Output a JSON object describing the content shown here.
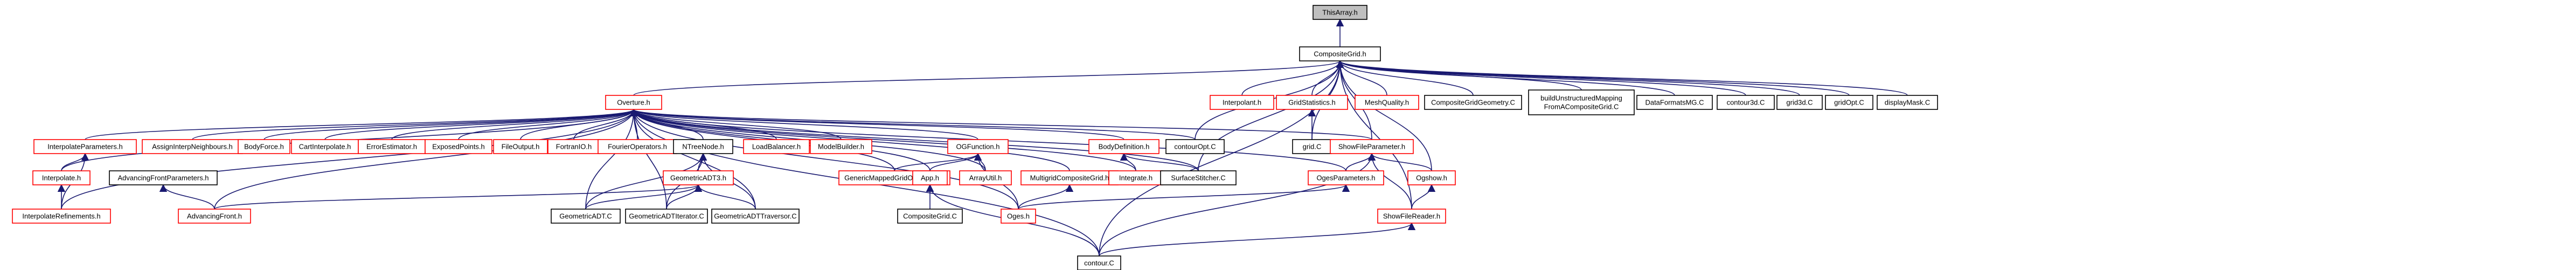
{
  "nodes": {
    "thisarray": {
      "label": "ThisArray.h",
      "color": "root"
    },
    "compositegrid": {
      "label": "CompositeGrid.h",
      "color": "black"
    },
    "overture": {
      "label": "Overture.h",
      "color": "red"
    },
    "interpolant": {
      "label": "Interpolant.h",
      "color": "red"
    },
    "gridstatistics": {
      "label": "GridStatistics.h",
      "color": "red"
    },
    "meshquality": {
      "label": "MeshQuality.h",
      "color": "red"
    },
    "cgeometry": {
      "label": "CompositeGridGeometry.C",
      "color": "black"
    },
    "buildunstructured": {
      "label": "buildUnstructuredMapping\nFromACompositeGrid.C",
      "color": "black"
    },
    "dataformatsmg": {
      "label": "DataFormatsMG.C",
      "color": "black"
    },
    "contour3d": {
      "label": "contour3d.C",
      "color": "black"
    },
    "grid3d": {
      "label": "grid3d.C",
      "color": "black"
    },
    "gridopt": {
      "label": "gridOpt.C",
      "color": "black"
    },
    "displaymask": {
      "label": "displayMask.C",
      "color": "black"
    },
    "gridc": {
      "label": "grid.C",
      "color": "black"
    },
    "interpolateparameters": {
      "label": "InterpolateParameters.h",
      "color": "red"
    },
    "assignneighbours": {
      "label": "AssignInterpNeighbours.h",
      "color": "red"
    },
    "bodyforce": {
      "label": "BodyForce.h",
      "color": "red"
    },
    "cartinterpolate": {
      "label": "CartInterpolate.h",
      "color": "red"
    },
    "errorestimator": {
      "label": "ErrorEstimator.h",
      "color": "red"
    },
    "exposedpoints": {
      "label": "ExposedPoints.h",
      "color": "red"
    },
    "fileoutput": {
      "label": "FileOutput.h",
      "color": "red"
    },
    "fortranio": {
      "label": "FortranIO.h",
      "color": "red"
    },
    "fourieroperators": {
      "label": "FourierOperators.h",
      "color": "red"
    },
    "ntreenode": {
      "label": "NTreeNode.h",
      "color": "black"
    },
    "loadbalancer": {
      "label": "LoadBalancer.h",
      "color": "red"
    },
    "modelbuilder": {
      "label": "ModelBuilder.h",
      "color": "red"
    },
    "ogfunction": {
      "label": "OGFunction.h",
      "color": "red"
    },
    "bodydefinition": {
      "label": "BodyDefinition.h",
      "color": "red"
    },
    "contouropt": {
      "label": "contourOpt.C",
      "color": "black"
    },
    "showfileparameter": {
      "label": "ShowFileParameter.h",
      "color": "red"
    },
    "interpolate": {
      "label": "Interpolate.h",
      "color": "red"
    },
    "advancingfrontparams": {
      "label": "AdvancingFrontParameters.h",
      "color": "black"
    },
    "geometricadt3": {
      "label": "GeometricADT3.h",
      "color": "red"
    },
    "genericmapped": {
      "label": "GenericMappedGridOperators.h",
      "color": "red"
    },
    "apph": {
      "label": "App.h",
      "color": "red"
    },
    "arrayutil": {
      "label": "ArrayUtil.h",
      "color": "red"
    },
    "multigridcg": {
      "label": "MultigridCompositeGrid.h",
      "color": "red"
    },
    "integrate": {
      "label": "Integrate.h",
      "color": "red"
    },
    "surfacestitcher": {
      "label": "SurfaceStitcher.C",
      "color": "black"
    },
    "ogesparameters": {
      "label": "OgesParameters.h",
      "color": "red"
    },
    "ogshow": {
      "label": "Ogshow.h",
      "color": "red"
    },
    "interpolaterefinements": {
      "label": "InterpolateRefinements.h",
      "color": "red"
    },
    "advancingfront": {
      "label": "AdvancingFront.h",
      "color": "red"
    },
    "geometricadtc": {
      "label": "GeometricADT.C",
      "color": "black"
    },
    "geometricadtiterator": {
      "label": "GeometricADTIterator.C",
      "color": "black"
    },
    "geometricadttraversor": {
      "label": "GeometricADTTraversor.C",
      "color": "black"
    },
    "compositegridc": {
      "label": "CompositeGrid.C",
      "color": "black"
    },
    "ogesh": {
      "label": "Oges.h",
      "color": "red"
    },
    "showfilereader": {
      "label": "ShowFileReader.h",
      "color": "red"
    },
    "contourc": {
      "label": "contour.C",
      "color": "black"
    }
  },
  "edges": [
    [
      "compositegrid",
      "thisarray"
    ],
    [
      "overture",
      "compositegrid"
    ],
    [
      "interpolant",
      "compositegrid"
    ],
    [
      "gridstatistics",
      "compositegrid"
    ],
    [
      "meshquality",
      "compositegrid"
    ],
    [
      "cgeometry",
      "compositegrid"
    ],
    [
      "buildunstructured",
      "compositegrid"
    ],
    [
      "dataformatsmg",
      "compositegrid"
    ],
    [
      "contour3d",
      "compositegrid"
    ],
    [
      "grid3d",
      "compositegrid"
    ],
    [
      "gridopt",
      "compositegrid"
    ],
    [
      "displaymask",
      "compositegrid"
    ],
    [
      "gridc",
      "compositegrid"
    ],
    [
      "contouropt",
      "compositegrid"
    ],
    [
      "surfacestitcher",
      "compositegrid"
    ],
    [
      "ogshow",
      "compositegrid"
    ],
    [
      "showfilereader",
      "compositegrid"
    ],
    [
      "contourc",
      "compositegrid"
    ],
    [
      "showfileparameter",
      "compositegrid"
    ],
    [
      "gridc",
      "gridstatistics"
    ],
    [
      "interpolateparameters",
      "overture"
    ],
    [
      "assignneighbours",
      "overture"
    ],
    [
      "bodyforce",
      "overture"
    ],
    [
      "cartinterpolate",
      "overture"
    ],
    [
      "errorestimator",
      "overture"
    ],
    [
      "exposedpoints",
      "overture"
    ],
    [
      "fileoutput",
      "overture"
    ],
    [
      "fortranio",
      "overture"
    ],
    [
      "fourieroperators",
      "overture"
    ],
    [
      "ntreenode",
      "overture"
    ],
    [
      "loadbalancer",
      "overture"
    ],
    [
      "modelbuilder",
      "overture"
    ],
    [
      "ogfunction",
      "overture"
    ],
    [
      "bodydefinition",
      "overture"
    ],
    [
      "contouropt",
      "overture"
    ],
    [
      "showfileparameter",
      "overture"
    ],
    [
      "interpolate",
      "overture"
    ],
    [
      "interpolaterefinements",
      "overture"
    ],
    [
      "advancingfront",
      "overture"
    ],
    [
      "genericmapped",
      "overture"
    ],
    [
      "apph",
      "overture"
    ],
    [
      "arrayutil",
      "overture"
    ],
    [
      "multigridcg",
      "overture"
    ],
    [
      "integrate",
      "overture"
    ],
    [
      "surfacestitcher",
      "overture"
    ],
    [
      "ogesparameters",
      "overture"
    ],
    [
      "ogesh",
      "overture"
    ],
    [
      "geometricadtc",
      "overture"
    ],
    [
      "geometricadtiterator",
      "overture"
    ],
    [
      "geometricadttraversor",
      "overture"
    ],
    [
      "contourc",
      "overture"
    ],
    [
      "interpolate",
      "interpolateparameters"
    ],
    [
      "interpolaterefinements",
      "interpolateparameters"
    ],
    [
      "interpolaterefinements",
      "interpolate"
    ],
    [
      "advancingfront",
      "advancingfrontparams"
    ],
    [
      "geometricadt3",
      "ntreenode"
    ],
    [
      "geometricadtc",
      "geometricadt3"
    ],
    [
      "geometricadtiterator",
      "geometricadt3"
    ],
    [
      "geometricadttraversor",
      "geometricadt3"
    ],
    [
      "advancingfront",
      "geometricadt3"
    ],
    [
      "geometricadtc",
      "ntreenode"
    ],
    [
      "geometricadtiterator",
      "ntreenode"
    ],
    [
      "geometricadttraversor",
      "ntreenode"
    ],
    [
      "apph",
      "ogfunction"
    ],
    [
      "arrayutil",
      "ogfunction"
    ],
    [
      "genericmapped",
      "ogfunction"
    ],
    [
      "compositegridc",
      "apph"
    ],
    [
      "contourc",
      "apph"
    ],
    [
      "ogesh",
      "ogfunction"
    ],
    [
      "integrate",
      "bodydefinition"
    ],
    [
      "surfacestitcher",
      "bodydefinition"
    ],
    [
      "ogesh",
      "multigridcg"
    ],
    [
      "ogesh",
      "ogesparameters"
    ],
    [
      "ogesparameters",
      "showfileparameter"
    ],
    [
      "ogshow",
      "showfileparameter"
    ],
    [
      "showfilereader",
      "showfileparameter"
    ],
    [
      "showfilereader",
      "ogshow"
    ],
    [
      "contourc",
      "showfilereader"
    ],
    [
      "contourc",
      "showfileparameter"
    ]
  ]
}
